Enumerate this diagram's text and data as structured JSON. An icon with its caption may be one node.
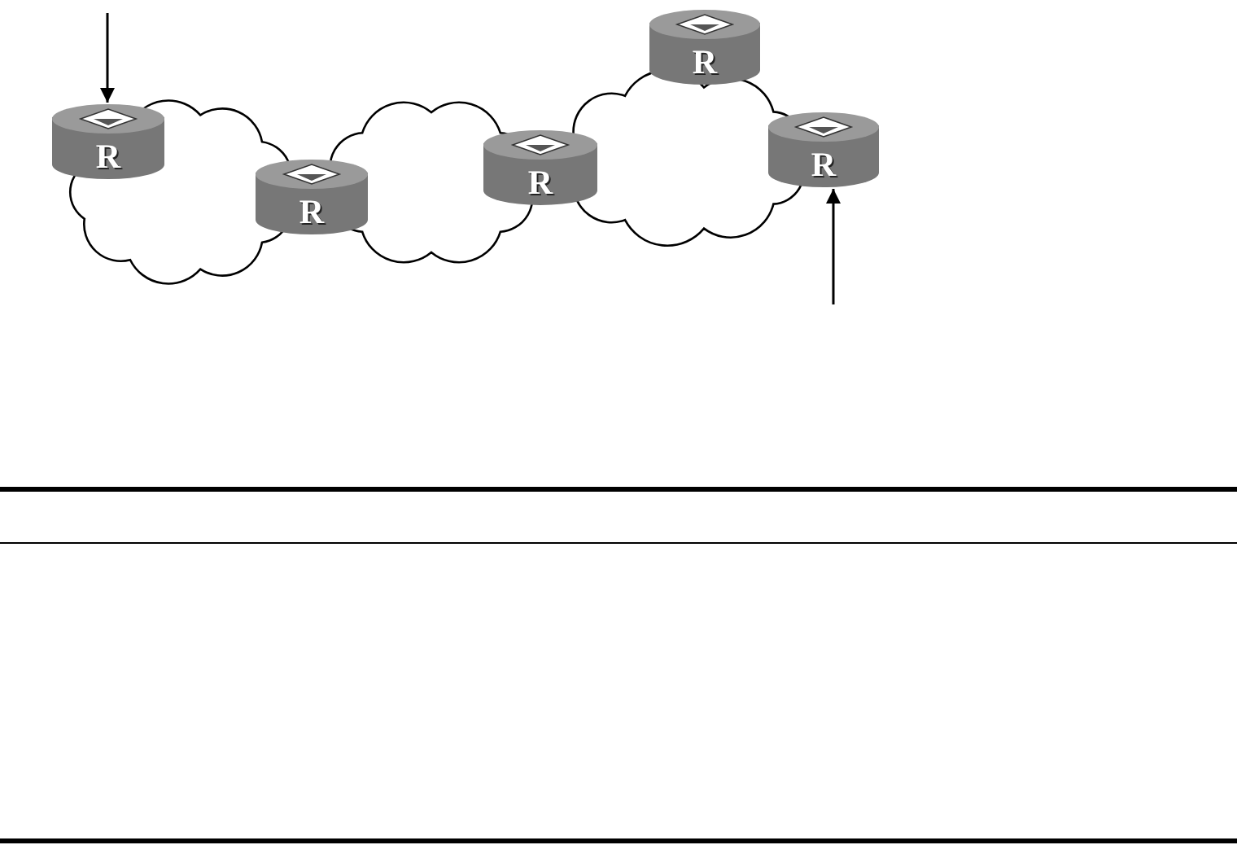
{
  "diagram": {
    "nodes": [
      {
        "text": [
          "R"
        ]
      },
      {
        "text": [
          "R"
        ]
      },
      {
        "text": [
          "R"
        ]
      },
      {
        "text": [
          "R"
        ]
      },
      {
        "text": [
          "R"
        ]
      }
    ],
    "edges": [
      {
        "from": null,
        "to": 0,
        "arrow": "to"
      },
      {
        "from": null,
        "to": 4,
        "arrow": "to"
      }
    ]
  }
}
